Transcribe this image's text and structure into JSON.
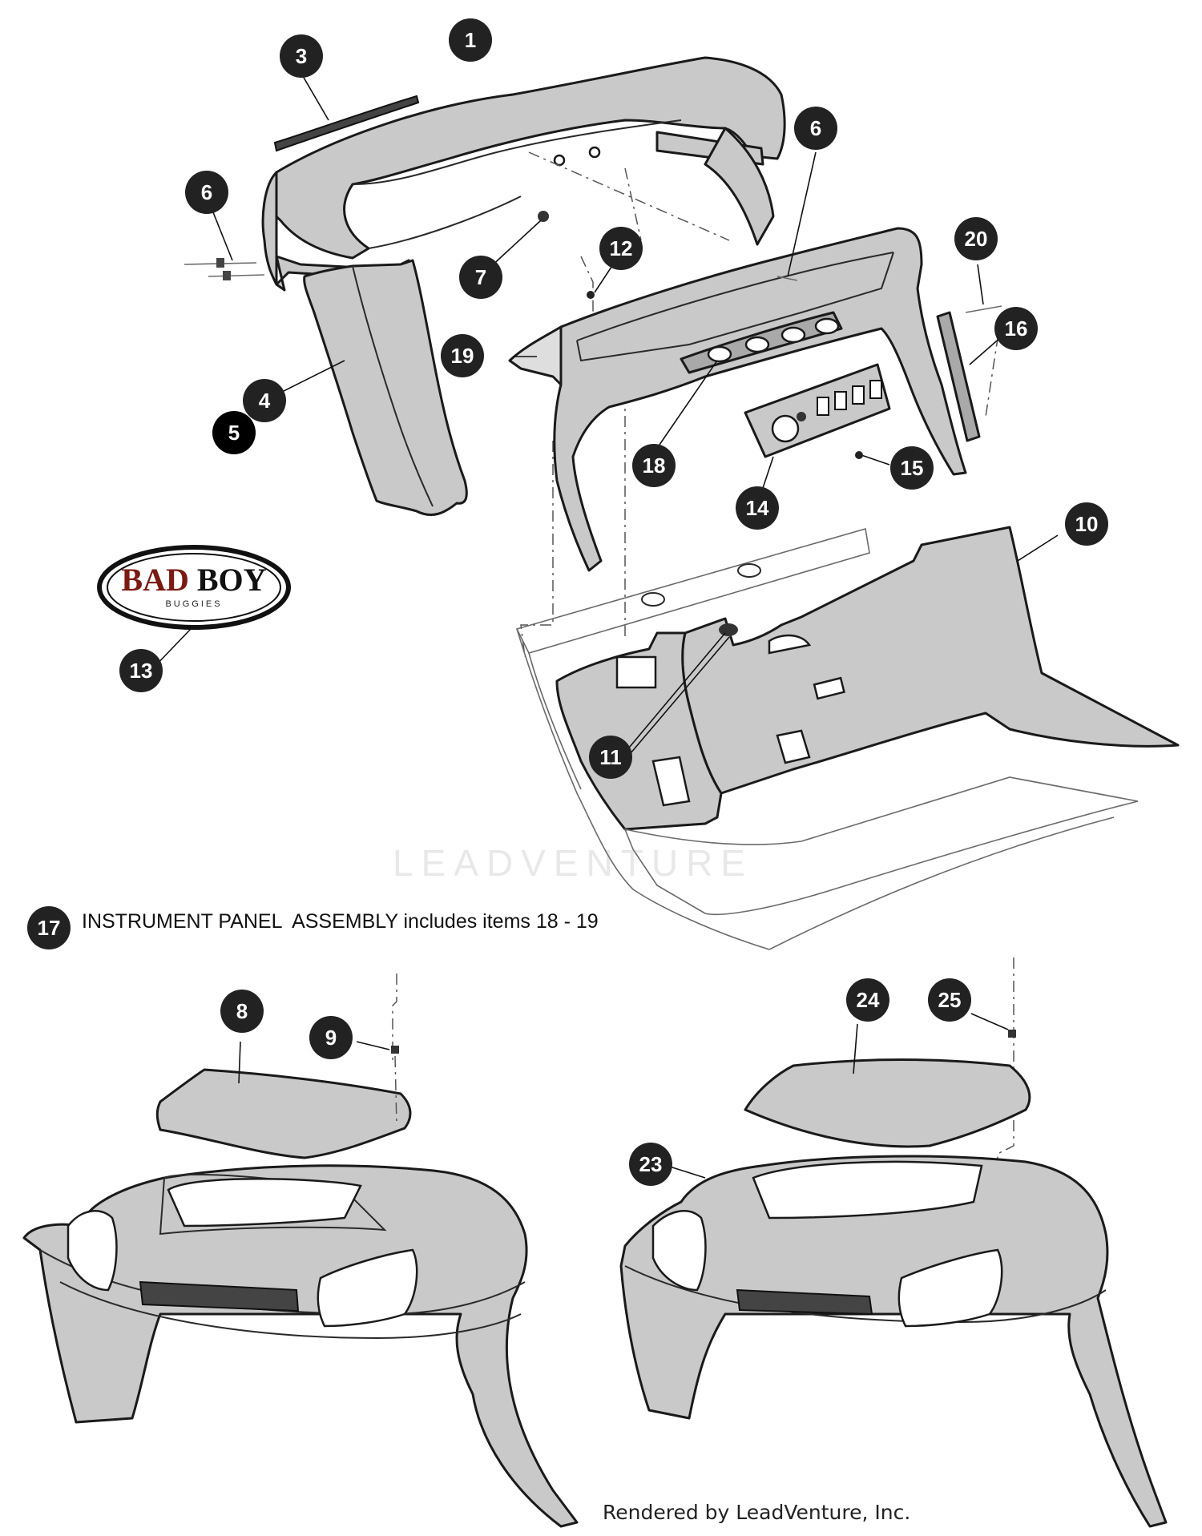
{
  "callouts": [
    "1",
    "3",
    "6",
    "6",
    "7",
    "12",
    "20",
    "16",
    "19",
    "4",
    "5",
    "18",
    "15",
    "14",
    "10",
    "13",
    "11",
    "17",
    "8",
    "9",
    "24",
    "25",
    "23"
  ],
  "logo": {
    "word1": "BAD",
    "word2": "BOY",
    "sub": "BUGGIES"
  },
  "note": "INSTRUMENT PANEL  ASSEMBLY includes items 18 - 19",
  "watermark": "LEADVENTURE",
  "footer": "Rendered by LeadVenture, Inc.",
  "colors": {
    "callout_fill": "#222222",
    "part_fill": "#c9c9c9",
    "logo_accent": "#7a1a12"
  }
}
